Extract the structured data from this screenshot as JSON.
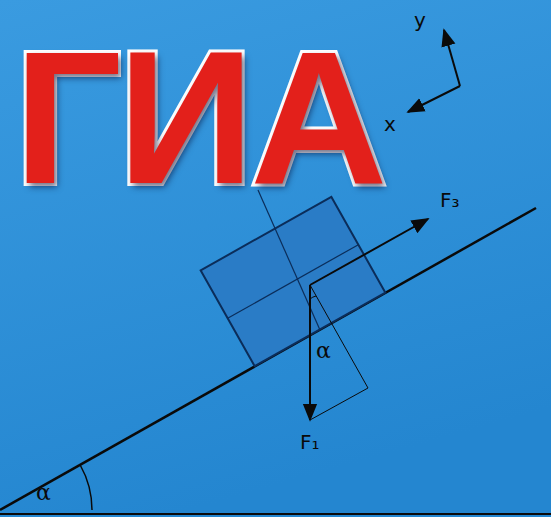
{
  "diagram": {
    "title": "ГИА",
    "labels": [
      "y",
      "x",
      "F₃",
      "F₁",
      "α",
      "α"
    ]
  }
}
